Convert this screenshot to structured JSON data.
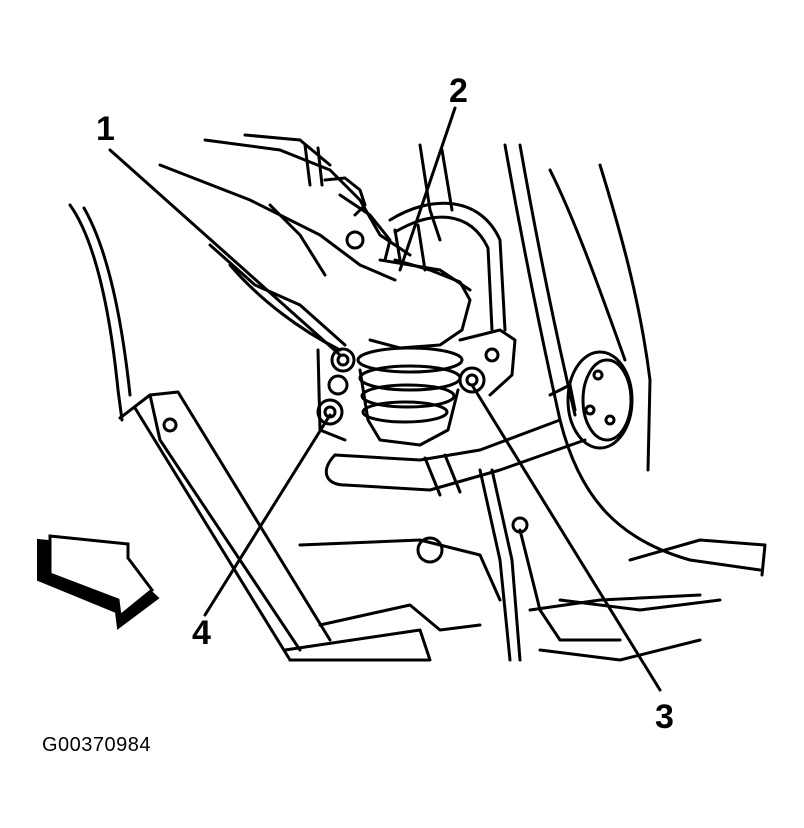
{
  "callouts": {
    "c1": "1",
    "c2": "2",
    "c3": "3",
    "c4": "4"
  },
  "figure_id": "G00370984",
  "colors": {
    "line": "#000000",
    "background": "#ffffff"
  }
}
